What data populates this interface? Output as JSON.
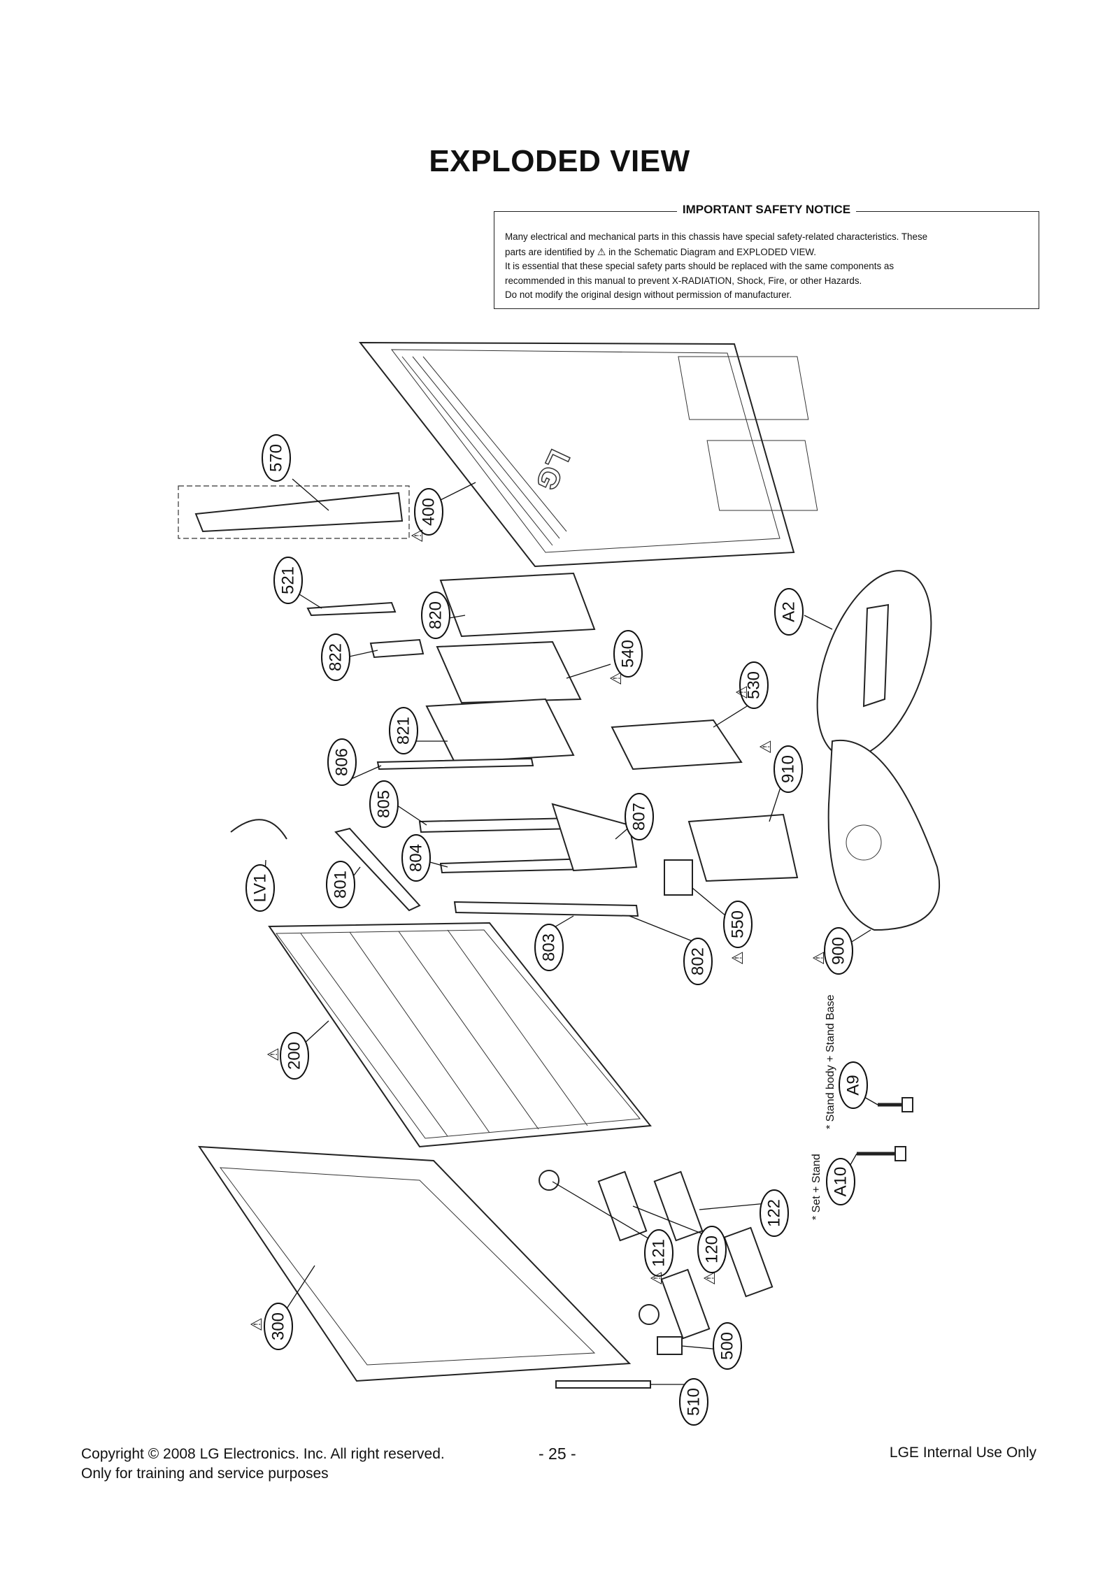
{
  "title": "EXPLODED VIEW",
  "notice": {
    "heading": "IMPORTANT SAFETY NOTICE",
    "line1": "Many electrical and mechanical parts in this chassis have special safety-related characteristics. These",
    "line2_pre": "parts are identified by",
    "line2_post": "in the Schematic Diagram and EXPLODED VIEW.",
    "line3": "It is essential that these special safety parts should be replaced with the same components as",
    "line4": "recommended in this manual to prevent X-RADIATION, Shock, Fire, or other Hazards.",
    "line5": "Do not modify the original design without permission of manufacturer."
  },
  "diagram": {
    "rear_logo": "LG",
    "callouts": [
      "570",
      "400",
      "521",
      "820",
      "822",
      "540",
      "530",
      "A2",
      "821",
      "806",
      "910",
      "805",
      "807",
      "804",
      "801",
      "LV1",
      "550",
      "803",
      "802",
      "900",
      "200",
      "A9",
      "A10",
      "300",
      "121",
      "120",
      "122",
      "500",
      "510"
    ],
    "notes": {
      "stand_body": "* Stand body + Stand Base",
      "set_stand": "* Set + Stand"
    }
  },
  "footer": {
    "copyright": "Copyright © 2008 LG Electronics. Inc. All right reserved.",
    "training": "Only for training and service purposes",
    "page": "- 25 -",
    "internal": "LGE Internal Use Only"
  }
}
